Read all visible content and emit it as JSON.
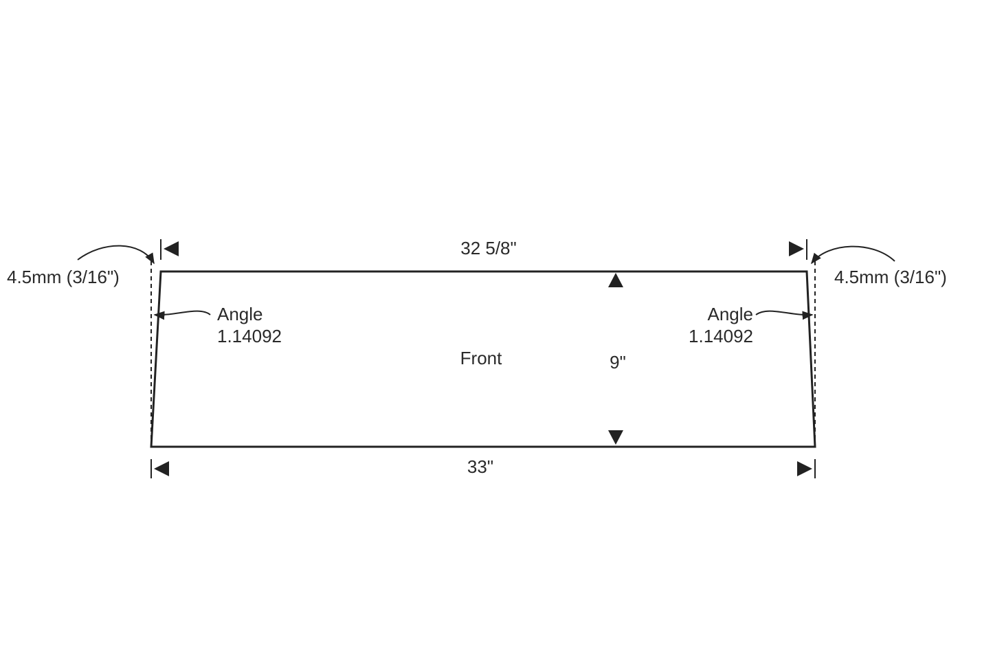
{
  "diagram": {
    "top_width": "32 5/8\"",
    "bottom_width": "33\"",
    "height": "9\"",
    "panel_name": "Front",
    "left_offset": "4.5mm (3/16\")",
    "right_offset": "4.5mm (3/16\")",
    "left_angle_label": "Angle",
    "left_angle_value": "1.14092",
    "right_angle_label": "Angle",
    "right_angle_value": "1.14092"
  }
}
